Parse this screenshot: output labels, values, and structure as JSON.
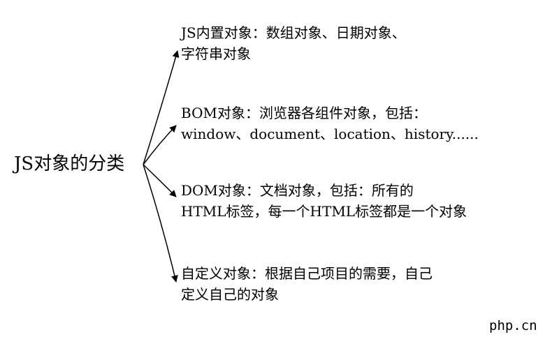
{
  "root": {
    "label": "JS对象的分类"
  },
  "branches": [
    {
      "line1": "JS内置对象：数组对象、日期对象、",
      "line2": "字符串对象"
    },
    {
      "line1": "BOM对象：浏览器各组件对象，包括：",
      "line2": "window、document、location、history......"
    },
    {
      "line1": "DOM对象：文档对象，包括：所有的",
      "line2": "HTML标签，每一个HTML标签都是一个对象"
    },
    {
      "line1": "自定义对象：根据自己项目的需要，自己",
      "line2": "定义自己的对象"
    }
  ],
  "watermark": "php.cn",
  "colors": {
    "ink": "#000000",
    "background": "#ffffff"
  }
}
